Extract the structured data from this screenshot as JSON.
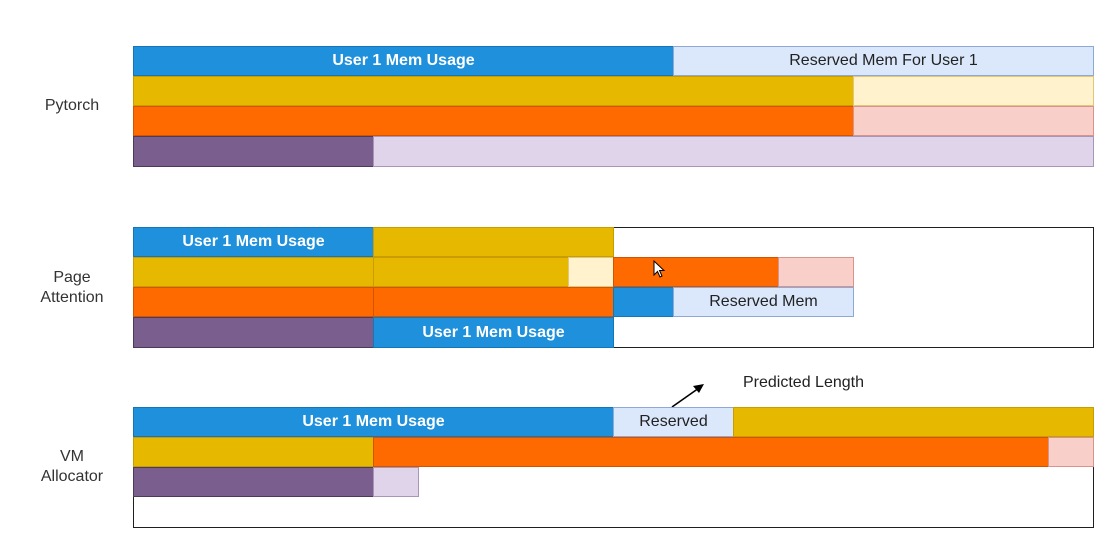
{
  "labels": {
    "pytorch": "Pytorch",
    "page_attention_1": "Page",
    "page_attention_2": "Attention",
    "vm_1": "VM",
    "vm_2": "Allocator"
  },
  "pytorch": {
    "user1_usage": "User 1 Mem Usage",
    "reserved_user1": "Reserved Mem For User 1"
  },
  "page_attention": {
    "user1_usage_top": "User 1 Mem Usage",
    "reserved_mem": "Reserved Mem",
    "user1_usage_bottom": "User 1 Mem Usage"
  },
  "vm_allocator": {
    "user1_usage": "User 1 Mem Usage",
    "reserved": "Reserved",
    "predicted_length": "Predicted Length"
  },
  "colors": {
    "blue": "#1e90dc",
    "light_blue": "#dbe8fb",
    "gold": "#e6b800",
    "light_gold": "#fff2cc",
    "orange": "#ff6a00",
    "light_orange": "#f9cfc9",
    "purple": "#7a5f8e",
    "light_purple": "#e0d4ea"
  }
}
